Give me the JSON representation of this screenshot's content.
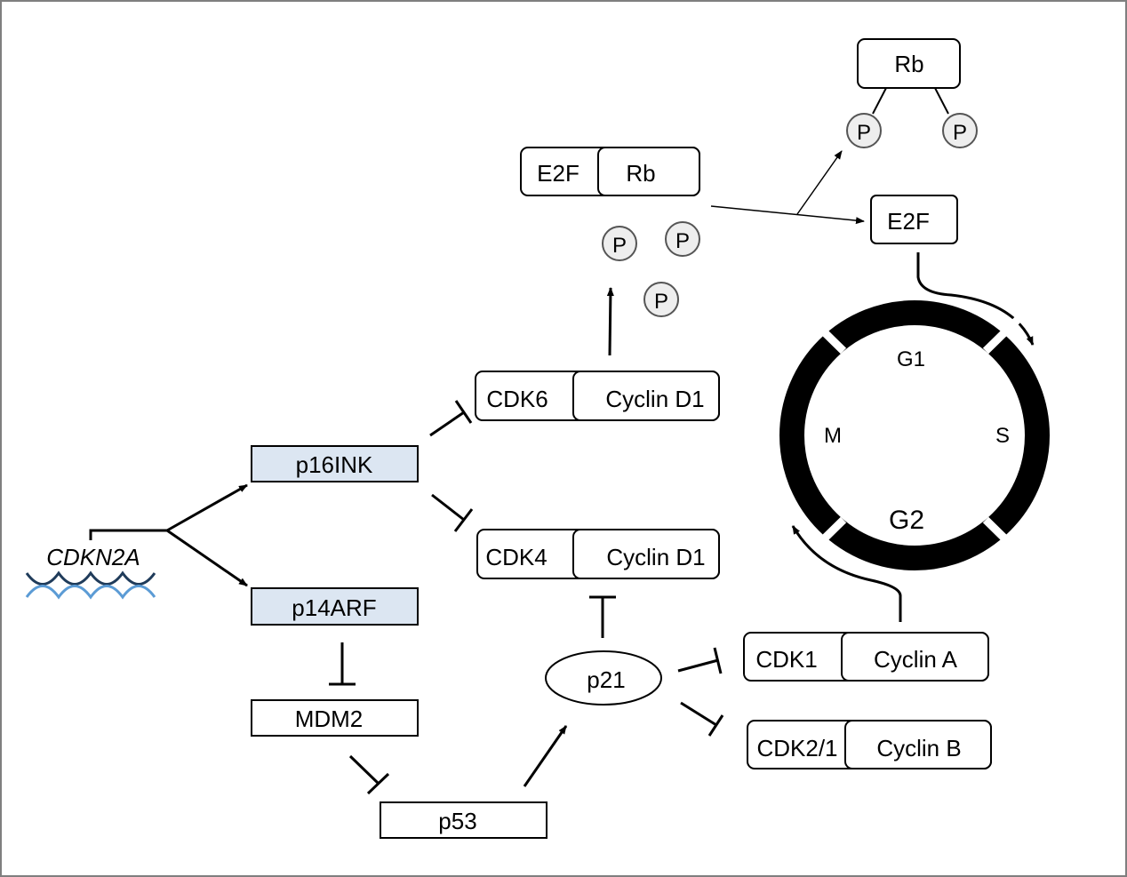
{
  "gene": {
    "label": "CDKN2A"
  },
  "proteins": {
    "p16": "p16INK",
    "p14": "p14ARF",
    "mdm2": "MDM2",
    "p53": "p53",
    "p21": "p21"
  },
  "complexes": {
    "cdk6": {
      "kinase": "CDK6",
      "cyclin": "Cyclin D1"
    },
    "cdk4": {
      "kinase": "CDK4",
      "cyclin": "Cyclin D1"
    },
    "cdk1": {
      "kinase": "CDK1",
      "cyclin": "Cyclin A"
    },
    "cdk2": {
      "kinase": "CDK2/1",
      "cyclin": "Cyclin B"
    },
    "e2f_rb": {
      "left": "E2F",
      "right": "Rb"
    }
  },
  "released": {
    "rb": "Rb",
    "e2f": "E2F"
  },
  "phospho_label": "P",
  "cell_cycle": {
    "g1": "G1",
    "s": "S",
    "g2": "G2",
    "m": "M"
  },
  "colors": {
    "highlight_fill": "#dce6f2",
    "phospho_fill": "#eeeeee",
    "dna_dark": "#1f3b5a",
    "dna_light": "#5b9bd5"
  }
}
